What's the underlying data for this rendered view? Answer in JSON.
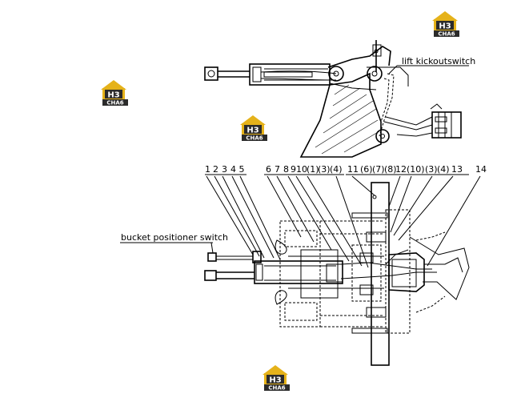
{
  "labels": {
    "lift_kickout_switch": "lift kickoutswitch",
    "bucket_positioner_switch": "bucket positioner switch"
  },
  "callouts": {
    "c1": "1",
    "c2": "2",
    "c3": "3",
    "c45": "4 5",
    "c6": "6",
    "c7": "7",
    "c8": "8",
    "c9": "9",
    "c10": "10",
    "c1p": "(1)",
    "c3p": "(3)",
    "c4p": "(4)",
    "c11": "11",
    "c6p": "(6)",
    "c7p": "(7)",
    "c8p": "(8)",
    "c12": "12",
    "c10p": "(10)",
    "c3p2": "(3)",
    "c4p2": "(4)",
    "c13": "13",
    "c14": "14"
  },
  "watermark": {
    "main": "H3",
    "sub": "CHA6"
  },
  "colors": {
    "logo_gold": "#e5b21a",
    "logo_dark": "#2b2b2b"
  }
}
